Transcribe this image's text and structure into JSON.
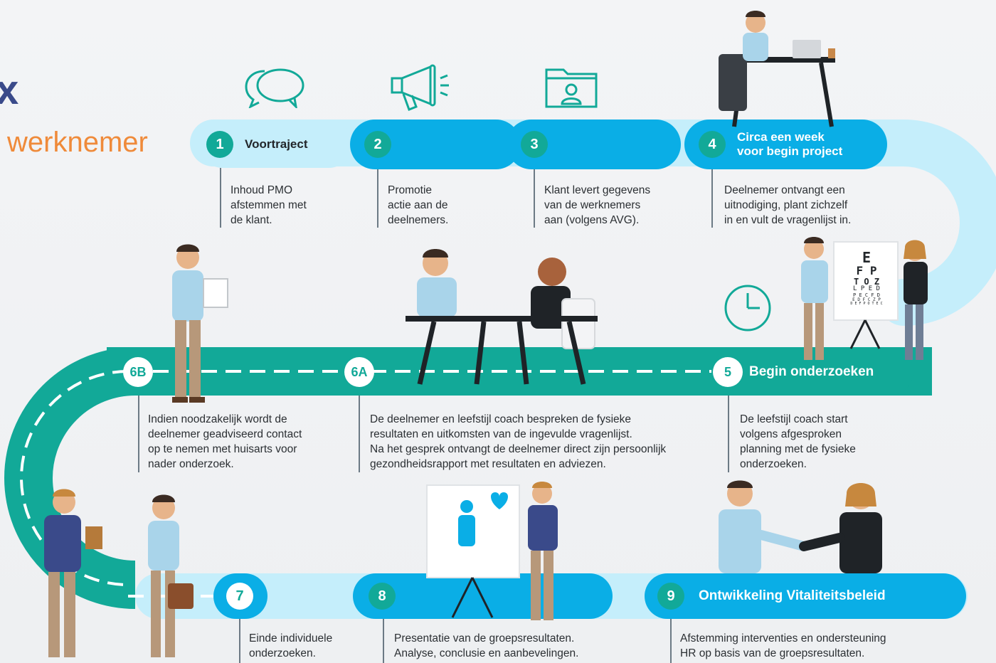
{
  "title_fragment": "x",
  "subtitle_fragment": "werknemer",
  "steps": {
    "s1": {
      "num": "1",
      "label": "Voortraject",
      "desc": [
        "Inhoud PMO",
        "afstemmen met",
        "de klant."
      ]
    },
    "s2": {
      "num": "2",
      "desc": [
        "Promotie",
        "actie aan de",
        "deelnemers."
      ]
    },
    "s3": {
      "num": "3",
      "desc": [
        "Klant levert gegevens",
        "van de werknemers",
        "aan (volgens AVG)."
      ]
    },
    "s4": {
      "num": "4",
      "label": [
        "Circa een week",
        "voor begin project"
      ],
      "desc": [
        "Deelnemer ontvangt een",
        "uitnodiging, plant zichzelf",
        "in en vult de vragenlijst in."
      ]
    },
    "s5": {
      "num": "5",
      "label": "Begin onderzoeken",
      "desc": [
        "De leefstijl coach start",
        "volgens afgesproken",
        "planning met de fysieke",
        "onderzoeken."
      ]
    },
    "s6a": {
      "num": "6A",
      "desc": [
        "De deelnemer en leefstijl coach bespreken de fysieke",
        "resultaten en uitkomsten van de ingevulde vragenlijst.",
        "Na het gesprek ontvangt de deelnemer direct zijn persoonlijk",
        "gezondheidsrapport met resultaten en adviezen."
      ]
    },
    "s6b": {
      "num": "6B",
      "desc": [
        "Indien noodzakelijk wordt de",
        "deelnemer geadviseerd contact",
        "op te nemen met huisarts voor",
        "nader onderzoek."
      ]
    },
    "s7": {
      "num": "7",
      "desc": [
        "Einde individuele",
        "onderzoeken."
      ]
    },
    "s8": {
      "num": "8",
      "desc": [
        "Presentatie van de groepsresultaten.",
        "Analyse, conclusie en aanbevelingen."
      ]
    },
    "s9": {
      "num": "9",
      "label": "Ontwikkeling Vitaliteitsbeleid",
      "desc": [
        "Afstemming interventies en ondersteuning",
        "HR op basis van de groepsresultaten."
      ]
    }
  },
  "eye_chart": {
    "rows": [
      "E",
      "F P",
      "T O Z",
      "L P E D",
      "P E C F D",
      "E D F C Z P",
      "D E F P O T E C"
    ]
  },
  "icons": {
    "step1": "speech-bubbles-icon",
    "step2": "megaphone-icon",
    "step3": "folder-person-icon",
    "step5": "clock-icon"
  },
  "colors": {
    "teal": "#12a998",
    "blue": "#0aaee6",
    "light_blue": "#c5eefb",
    "title_blue": "#3a4a8a",
    "orange": "#ef8a3a"
  }
}
